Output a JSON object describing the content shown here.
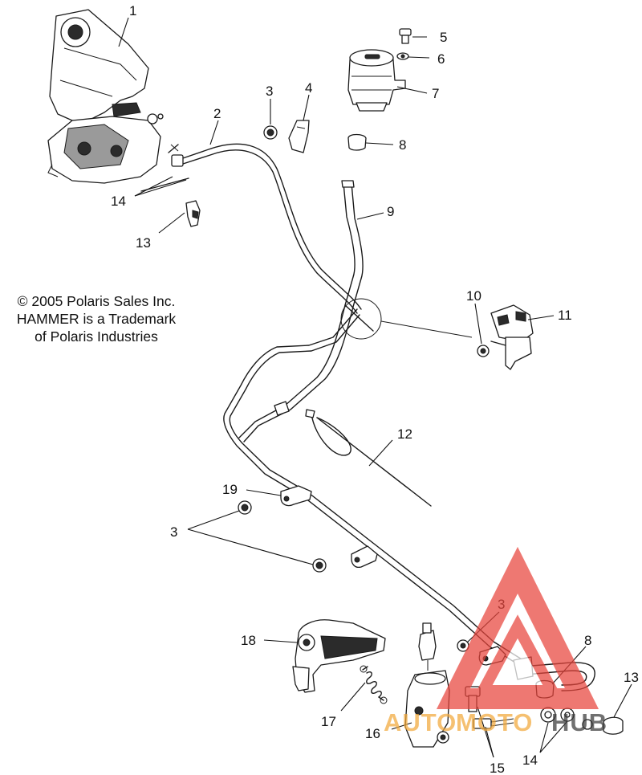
{
  "copyright": {
    "line1": "© 2005 Polaris Sales Inc.",
    "line2": "HAMMER is a Trademark",
    "line3": "of Polaris Industries"
  },
  "callouts": [
    "1",
    "2",
    "3",
    "4",
    "5",
    "6",
    "7",
    "8",
    "9",
    "10",
    "11",
    "12",
    "13",
    "14",
    "19",
    "3",
    "3",
    "18",
    "8",
    "13",
    "17",
    "16",
    "15",
    "14"
  ],
  "watermark": {
    "part1": "AUTO",
    "part2": "MOTO",
    "part3": "HUB",
    "color_red": "#e8453c",
    "color_orange": "#f2a93b",
    "color_dark": "#3a3a3a"
  }
}
